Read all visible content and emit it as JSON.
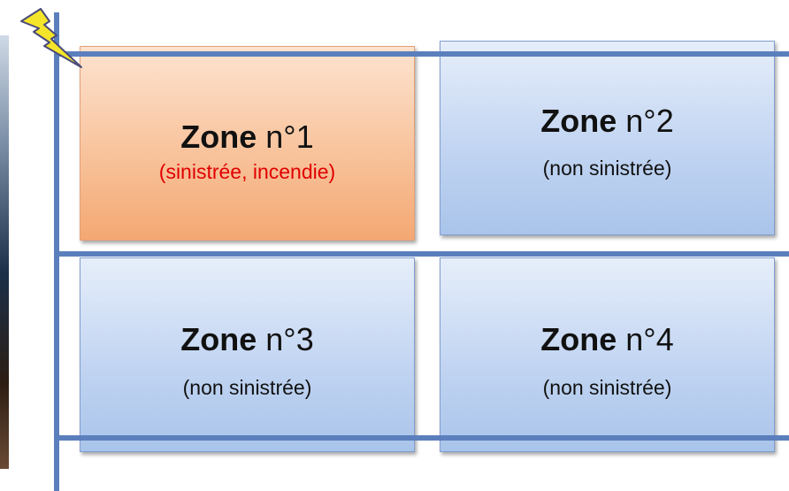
{
  "zones": [
    {
      "label": "Zone",
      "number": "n°1",
      "status": "(sinistrée, incendie)",
      "color": "#f7b889",
      "affected": true
    },
    {
      "label": "Zone",
      "number": "n°2",
      "status": "(non sinistrée)",
      "color": "#c2d5f2",
      "affected": false
    },
    {
      "label": "Zone",
      "number": "n°3",
      "status": "(non sinistrée)",
      "color": "#c2d5f2",
      "affected": false
    },
    {
      "label": "Zone",
      "number": "n°4",
      "status": "(non sinistrée)",
      "color": "#c2d5f2",
      "affected": false
    }
  ],
  "colors": {
    "grid_line": "#5b7fbd",
    "affected_text": "#e00000",
    "lightning": "#f5e52a"
  },
  "icons": {
    "lightning": "lightning-bolt-icon"
  }
}
